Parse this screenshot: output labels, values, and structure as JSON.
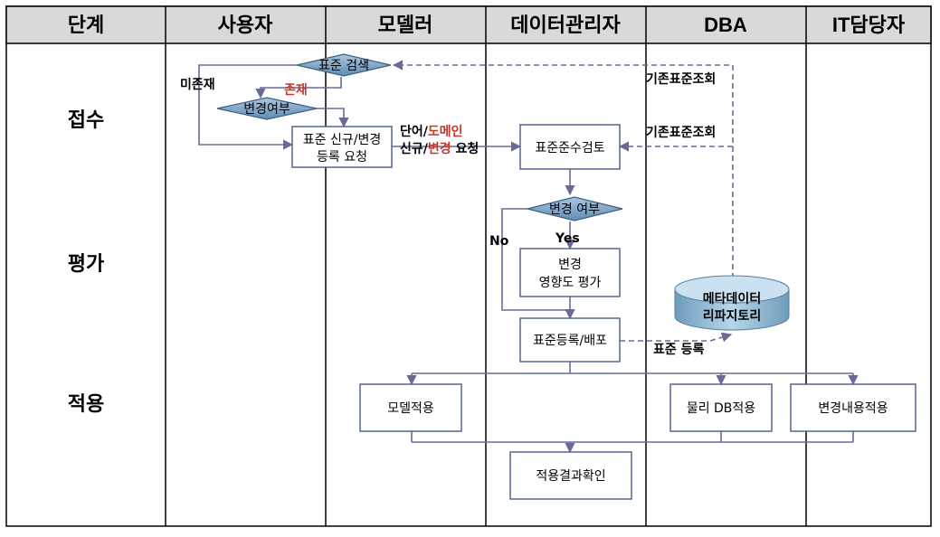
{
  "columns": [
    "단계",
    "사용자",
    "모델러",
    "데이터관리자",
    "DBA",
    "IT담당자"
  ],
  "stages": [
    "접수",
    "평가",
    "적용"
  ],
  "boxes": {
    "standard_request": [
      "표준 신규/변경",
      "등록 요청"
    ],
    "compliance_review": "표준준수검토",
    "impact_eval": [
      "변경",
      "영향도 평가"
    ],
    "register_deploy": "표준등록/배포",
    "model_apply": "모델적용",
    "physical_db_apply": "물리 DB적용",
    "change_apply": "변경내용적용",
    "confirm_apply": "적용결과확인"
  },
  "decisions": {
    "standard_search": "표준 검색",
    "change_check_user": "변경여부",
    "change_check_admin": "변경 여부"
  },
  "repository": [
    "메타데이터",
    "리파지토리"
  ],
  "labels": {
    "not_exist": "미존재",
    "exist": "존재",
    "word_part1": "단어/",
    "word_part2": "도메인",
    "req_part1": "신규/",
    "req_part2": "변경",
    "req_part3": " 요청",
    "existing_lookup_1": "기존표준조회",
    "existing_lookup_2": "기존표준조회",
    "no": "No",
    "yes": "Yes",
    "standard_registration": "표준 등록"
  },
  "colors": {
    "header_bg": "#d9d9d9",
    "border": "#000000",
    "box_border": "#4a5a8a",
    "flow_line": "#6a6a99",
    "decision_fill": "#7fa6c8",
    "decision_stroke": "#3d5f80",
    "cylinder_fill": "#9bc2dc",
    "highlight_red": "#c0392b"
  }
}
